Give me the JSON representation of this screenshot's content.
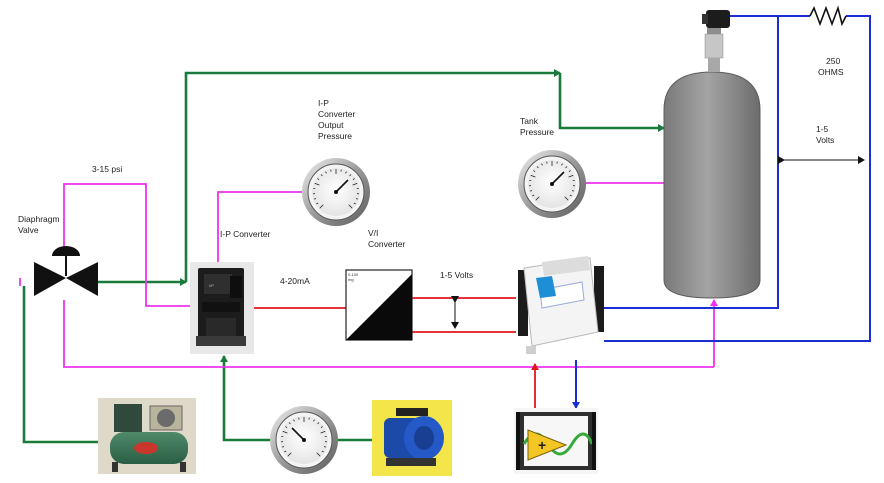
{
  "colors": {
    "pneumatic_supply": "#1a7a3c",
    "pressure_signal": "#ee33ee",
    "voltage_signal": "#e0171d",
    "return_line": "#1a2ed4",
    "tank_body": "#8e8e8e"
  },
  "icons": [
    "diaphragm-valve-icon",
    "ip-converter-icon",
    "pressure-gauge-icon",
    "vi-converter-icon",
    "daq-device-icon",
    "pressure-tank-icon",
    "pressure-transducer-icon",
    "resistor-icon",
    "air-compressor-icon",
    "vacuum-pump-icon",
    "labview-icon"
  ],
  "labels": {
    "diaphragm_valve": [
      "Diaphragm",
      "Valve"
    ],
    "psi_range": "3-15 psi",
    "ip_converter": "I-P Converter",
    "ip_output_pressure": [
      "I-P",
      "Converter",
      "Output",
      "Pressure"
    ],
    "current_range": "4-20mA",
    "vi_converter": [
      "V/I",
      "Converter"
    ],
    "volts_range": "1-5 Volts",
    "tank_pressure": [
      "Tank",
      "Pressure"
    ],
    "resistor_value": [
      "250",
      "OHMS"
    ],
    "loop_voltage": [
      "1-5",
      "Volts"
    ]
  },
  "vi_box_text": [
    "0-100",
    "mg"
  ]
}
